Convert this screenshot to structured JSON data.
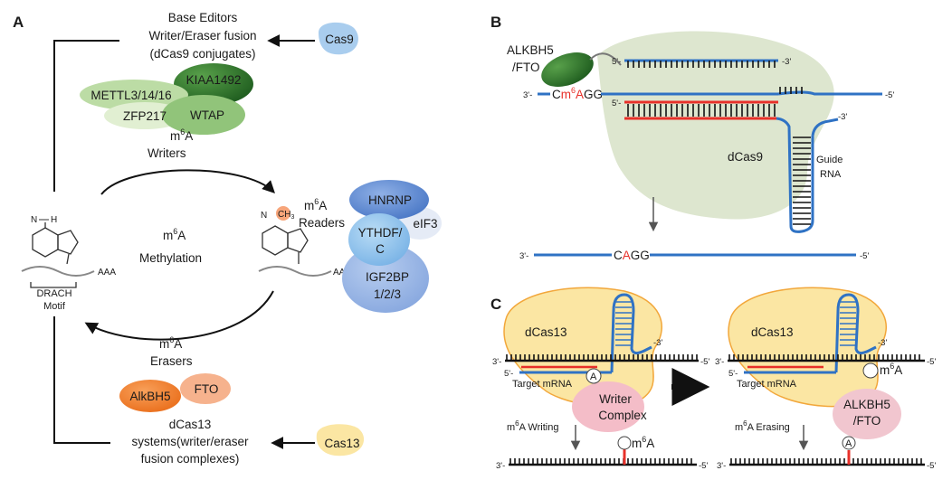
{
  "panels": {
    "a": "A",
    "b": "B",
    "c": "C"
  },
  "panel_a": {
    "base_editors": [
      "Base Editors",
      "Writer/Eraser fusion",
      "(dCas9 conjugates)"
    ],
    "cas9": "Cas9",
    "writer_proteins": {
      "kiaa": "KIAA1492",
      "mettl": "METTL3/14/16",
      "zfp": "ZFP217",
      "wtap": "WTAP"
    },
    "writers": {
      "m": "m",
      "sup": "6",
      "a": "A",
      "label": "Writers"
    },
    "methylation": {
      "m": "m",
      "sup": "6",
      "a": "A",
      "label": "Methylation"
    },
    "readers": {
      "m": "m",
      "sup": "6",
      "a": "A",
      "label": "Readers"
    },
    "reader_proteins": {
      "hnrnp": "HNRNP",
      "eif3": "eIF3",
      "ythdf_1": "YTHDF/",
      "ythdf_2": "C",
      "igf_1": "IGF2BP",
      "igf_2": "1/2/3"
    },
    "erasers": {
      "m": "m",
      "sup": "6",
      "a": "A",
      "label": "Erasers"
    },
    "eraser_proteins": {
      "alkbh5": "AlkBH5",
      "fto": "FTO"
    },
    "dcas13": [
      "dCas13",
      "systems(writer/eraser",
      "fusion complexes)"
    ],
    "cas13": "Cas13",
    "adenine": {
      "nh": "N",
      "h": "H",
      "n": "N",
      "ch3": "CH",
      "ch3_sub": "3"
    },
    "aaa": "AAA",
    "drach": [
      "DRACH",
      "Motif"
    ]
  },
  "panel_b": {
    "alkbh5_fto": [
      "ALKBH5",
      "/FTO"
    ],
    "target": {
      "c": "C",
      "m": "m",
      "sup": "6",
      "a": "A",
      "gg": "GG"
    },
    "dcas9": "dCas9",
    "guide": [
      "Guide",
      "RNA"
    ],
    "product": {
      "c": "C",
      "a": "A",
      "gg": "GG"
    },
    "ends": {
      "five": "5'-",
      "three": "-3'",
      "five_r": "-5'",
      "three_l": "3'-"
    }
  },
  "panel_c": {
    "dcas13": "dCas13",
    "target_mrna": "Target mRNA",
    "writer_complex": [
      "Writer",
      "Complex"
    ],
    "eraser": [
      "ALKBH5",
      "/FTO"
    ],
    "a": "A",
    "m6a": {
      "m": "m",
      "sup": "6",
      "a": "A"
    },
    "writing": {
      "m": "m",
      "sup": "6",
      "label": "A Writing"
    },
    "erasing": {
      "m": "m",
      "sup": "6",
      "label": "A Erasing"
    }
  },
  "colors": {
    "blue_strand": "#2f72c4",
    "red_strand": "#e8302a",
    "dcas9_bg": "#dde6cf",
    "dcas13": "#fbe6a3",
    "dcas13_edge": "#f2a73b",
    "writer_pink": "#f4bdc8",
    "cas9": "#a9cdee"
  }
}
